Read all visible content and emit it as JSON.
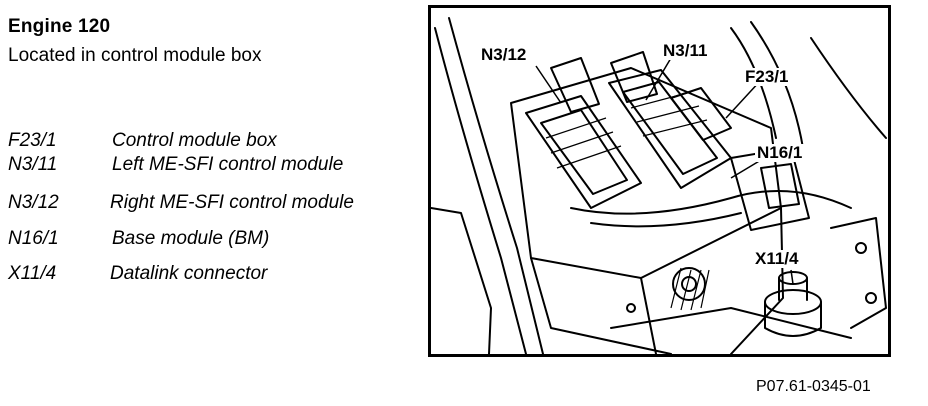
{
  "header": {
    "title": "Engine 120",
    "subtitle": "Located in control module box"
  },
  "legend": [
    {
      "code": "F23/1",
      "description": "Control module box"
    },
    {
      "code": "N3/11",
      "description": "Left ME-SFI control module"
    },
    {
      "code": "N3/12",
      "description": "Right ME-SFI control module"
    },
    {
      "code": "N16/1",
      "description": "Base module (BM)"
    },
    {
      "code": "X11/4",
      "description": "Datalink connector"
    }
  ],
  "figure": {
    "callouts": {
      "n3_12": "N3/12",
      "n3_11": "N3/11",
      "f23_1": "F23/1",
      "n16_1": "N16/1",
      "x11_4": "X11/4"
    },
    "reference": "P07.61-0345-01"
  }
}
